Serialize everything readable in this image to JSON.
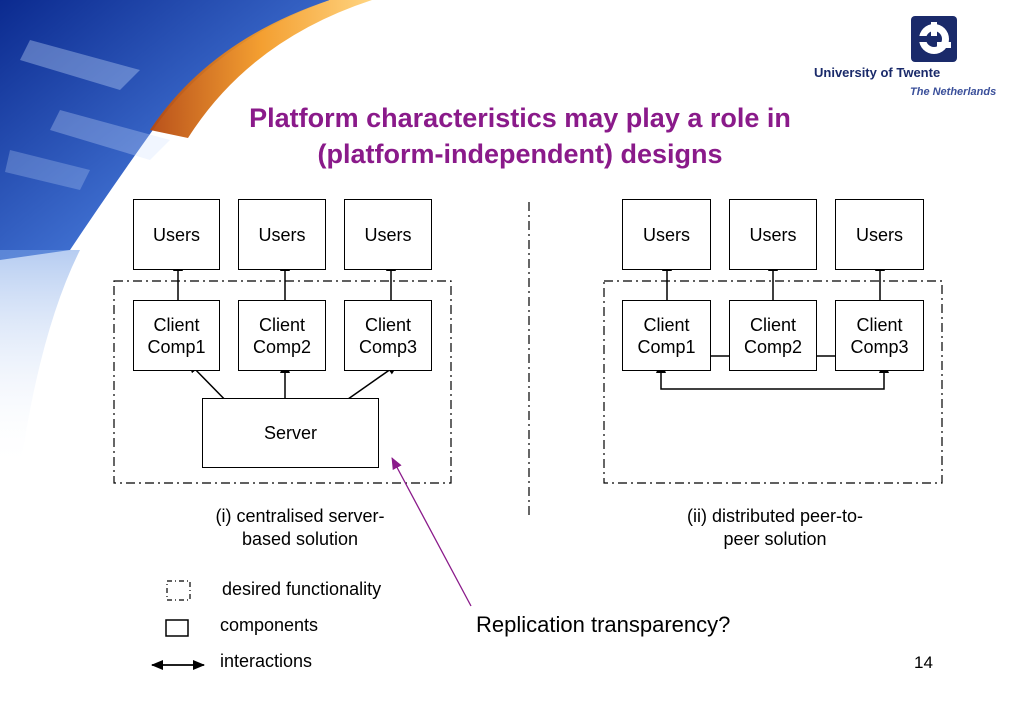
{
  "slide": {
    "title_line1": "Platform characteristics may play a role in",
    "title_line2": "(platform-independent) designs",
    "page_number": "14",
    "question": "Replication transparency?",
    "logo": {
      "name": "University of Twente",
      "country": "The Netherlands",
      "icon": "university-twente-logo-icon",
      "color": "#1a2a6a"
    },
    "accent_color": "#8a1a8a"
  },
  "left_diagram": {
    "users": [
      "Users",
      "Users",
      "Users"
    ],
    "clients": [
      {
        "line1": "Client",
        "line2": "Comp1"
      },
      {
        "line1": "Client",
        "line2": "Comp2"
      },
      {
        "line1": "Client",
        "line2": "Comp3"
      }
    ],
    "server": "Server",
    "caption_line1": "(i) centralised server-",
    "caption_line2": "based solution"
  },
  "right_diagram": {
    "users": [
      "Users",
      "Users",
      "Users"
    ],
    "clients": [
      {
        "line1": "Client",
        "line2": "Comp1"
      },
      {
        "line1": "Client",
        "line2": "Comp2"
      },
      {
        "line1": "Client",
        "line2": "Comp3"
      }
    ],
    "caption_line1": "(ii) distributed peer-to-",
    "caption_line2": "peer solution"
  },
  "legend": {
    "desired": "desired functionality",
    "components": "components",
    "interactions": "interactions"
  }
}
